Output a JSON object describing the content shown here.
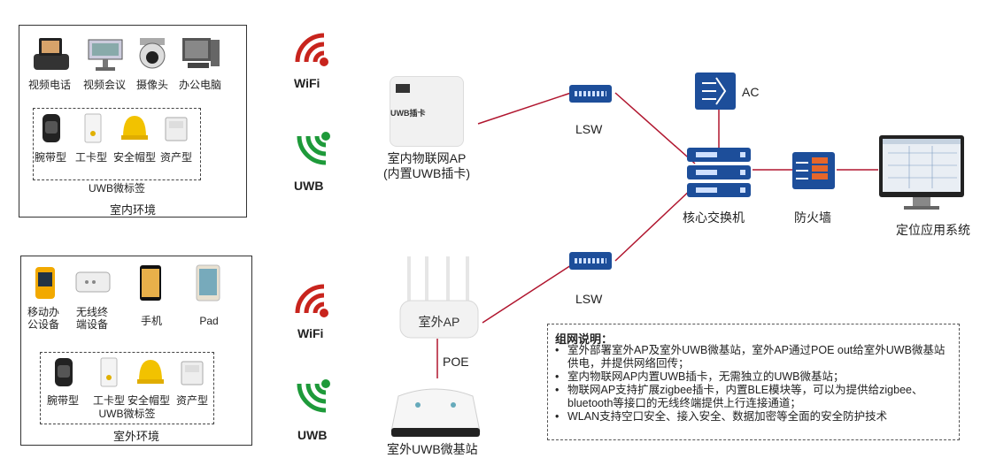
{
  "indoor": {
    "devices": [
      "视频电话",
      "视频会议",
      "摄像头",
      "办公电脑"
    ],
    "tags": [
      "腕带型",
      "工卡型",
      "安全帽型",
      "资产型"
    ],
    "tags_title": "UWB微标签",
    "title": "室内环境"
  },
  "outdoor": {
    "devices": [
      "移动办\n公设备",
      "无线终\n端设备",
      "手机",
      "Pad"
    ],
    "tags": [
      "腕带型",
      "工卡型",
      "安全帽型",
      "资产型"
    ],
    "tags_title": "UWB微标签",
    "title": "室外环境"
  },
  "signals": {
    "wifi": "WiFi",
    "uwb": "UWB"
  },
  "network": {
    "indoor_ap_card": "UWB插卡",
    "indoor_ap_label": "室内物联网AP\n(内置UWB插卡)",
    "outdoor_ap_text": "室外AP",
    "poe": "POE",
    "base_station": "室外UWB微基站",
    "lsw": "LSW",
    "ac": "AC",
    "core_switch": "核心交换机",
    "firewall": "防火墙",
    "app_system": "定位应用系统"
  },
  "notes": {
    "title": "组网说明：",
    "items": [
      "室外部署室外AP及室外UWB微基站，室外AP通过POE out给室外UWB微基站供电，并提供网络回传；",
      "室内物联网AP内置UWB插卡，无需独立的UWB微基站；",
      "物联网AP支持扩展zigbee插卡，内置BLE模块等，可以为提供给zigbee、bluetooth等接口的无线终端提供上行连接通道；",
      "WLAN支持空口安全、接入安全、数据加密等全面的安全防护技术"
    ]
  },
  "colors": {
    "link": "#b0152e",
    "wifi": "#c8241d",
    "uwb": "#1e9a3a",
    "switch": "#1d4e9a"
  }
}
